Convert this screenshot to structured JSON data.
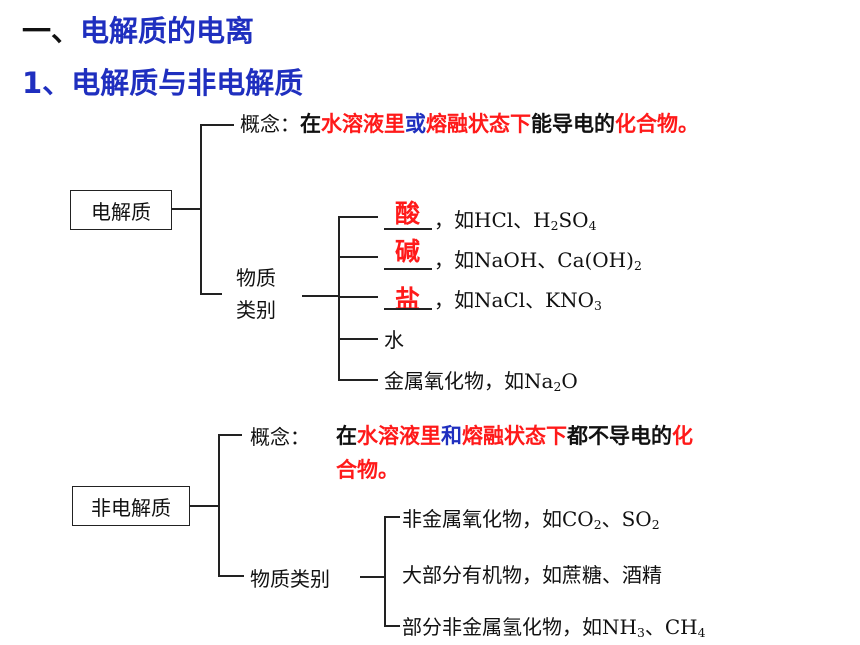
{
  "heading": {
    "num": "一、",
    "title": "电解质的电离"
  },
  "subheading": {
    "num": "1、",
    "title": "电解质与非电解质"
  },
  "electrolyte": {
    "box_label": "电解质",
    "concept_label": "概念：",
    "concept": {
      "p1": "在",
      "p2": "水溶液里",
      "p3": "或",
      "p4": "熔融状态下",
      "p5": "能导电的",
      "p6": "化合物。"
    },
    "category_label_1": "物质",
    "category_label_2": "类别",
    "items": [
      {
        "answer": "酸",
        "pre": "，如HCl、H",
        "sub1": "2",
        "mid": "SO",
        "sub2": "4",
        "post": ""
      },
      {
        "answer": "碱",
        "pre": "，如NaOH、Ca(OH)",
        "sub1": "2",
        "mid": "",
        "sub2": "",
        "post": ""
      },
      {
        "answer": "盐",
        "pre": "，如NaCl、KNO",
        "sub1": "3",
        "mid": "",
        "sub2": "",
        "post": ""
      }
    ],
    "water": "水",
    "oxide": {
      "pre": "金属氧化物，如Na",
      "sub": "2",
      "post": "O"
    }
  },
  "nonelectrolyte": {
    "box_label": "非电解质",
    "concept_label": "概念：",
    "concept": {
      "p1": "在",
      "p2": "水溶液里",
      "p3": "和",
      "p4": "熔融状态下",
      "p5": "都不导电的",
      "p6": "化",
      "p7": "合物。"
    },
    "category_label": "物质类别",
    "item1": {
      "pre": "非金属氧化物，如CO",
      "sub1": "2",
      "mid": "、SO",
      "sub2": "2"
    },
    "item2": "大部分有机物，如蔗糖、酒精",
    "item3": {
      "pre": "部分非金属氢化物，如NH",
      "sub1": "3",
      "mid": "、CH",
      "sub2": "4"
    }
  }
}
